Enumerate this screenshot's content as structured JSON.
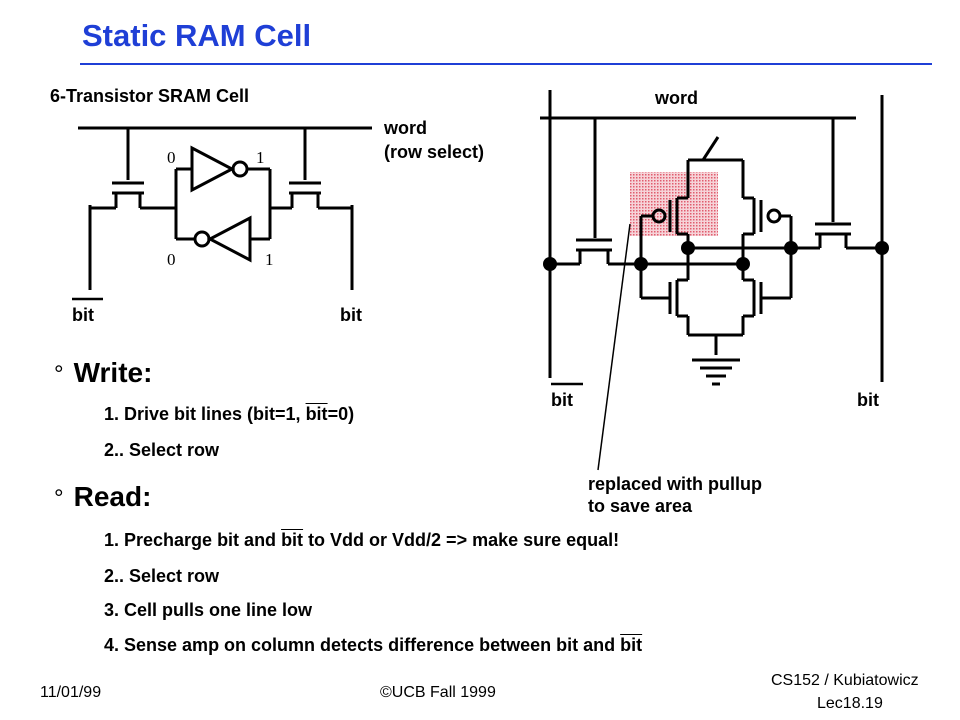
{
  "header": {
    "title": "Static RAM Cell"
  },
  "left_diagram": {
    "caption": "6-Transistor SRAM Cell",
    "word_label": "word",
    "row_select_label": "(row select)",
    "bit_left": "bit",
    "bit_right": "bit",
    "node_top_left": "0",
    "node_top_right": "1",
    "node_bottom_left": "0",
    "node_bottom_right": "1"
  },
  "right_diagram": {
    "word_label": "word",
    "bit_left": "bit",
    "bit_right": "bit",
    "note_line1": "replaced with pullup",
    "note_line2": "to save area"
  },
  "write": {
    "heading": "Write:",
    "step1_prefix": "1. Drive bit lines (bit=1, ",
    "step1_bar": "bit",
    "step1_suffix": "=0)",
    "step2": "2.. Select row"
  },
  "read": {
    "heading": "Read:",
    "step1_prefix": "1.  Precharge bit and ",
    "step1_bar": "bit",
    "step1_suffix": " to Vdd or Vdd/2 => make sure equal!",
    "step2": "2.. Select row",
    "step3": "3.  Cell pulls one line low",
    "step4_prefix": "4. Sense amp on column detects difference between bit and ",
    "step4_bar": "bit"
  },
  "footer": {
    "date": "11/01/99",
    "copyright": "©UCB Fall 1999",
    "course": "CS152 / Kubiatowicz",
    "lecture": "Lec18.19"
  },
  "colors": {
    "title": "#1f3fd6",
    "hatch": "#e05c6e"
  }
}
